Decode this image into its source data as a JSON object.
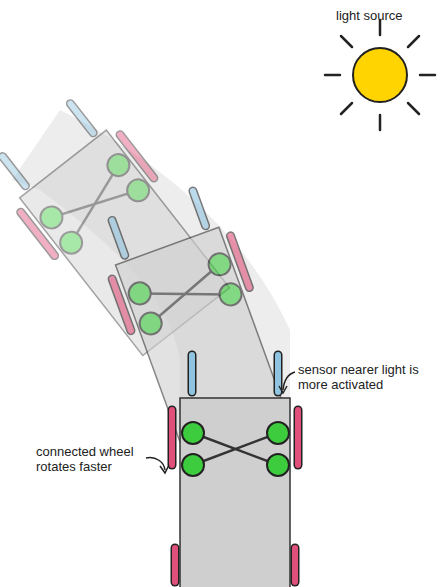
{
  "diagram": {
    "labels": [
      "light source",
      "sensor nearer light is more activated",
      "connected wheel rotates faster"
    ]
  }
}
